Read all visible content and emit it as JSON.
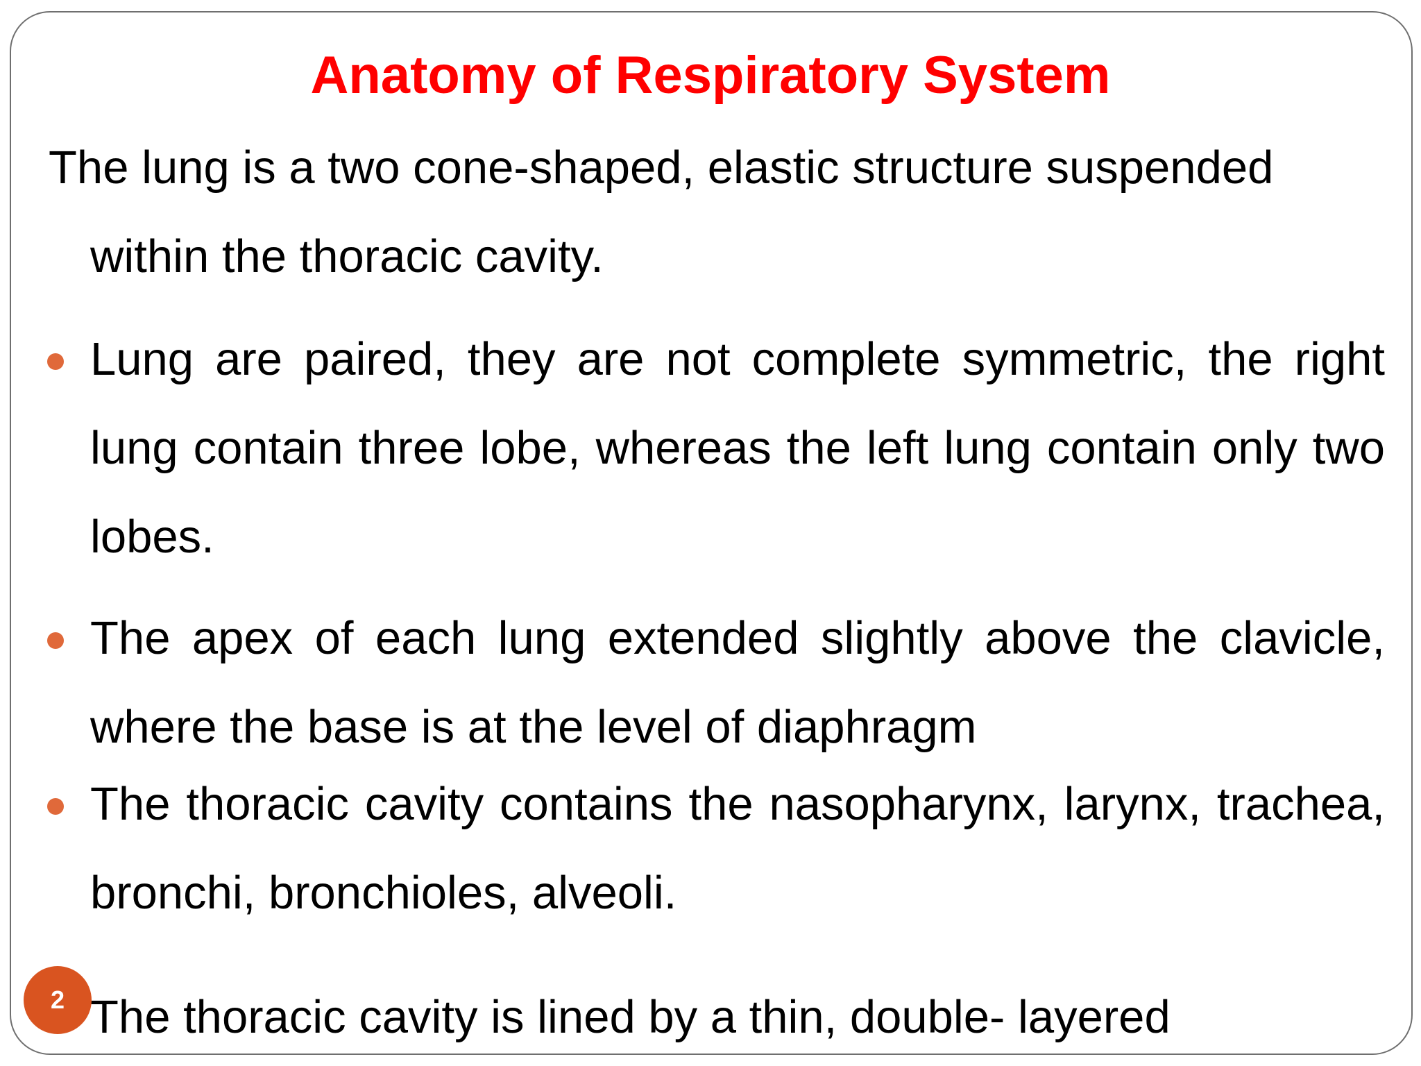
{
  "slide": {
    "title": "Anatomy of Respiratory System",
    "intro_line_1": "The lung is a two cone-shaped, elastic structure suspended",
    "intro_line_2": "within the thoracic cavity.",
    "bullets": [
      "Lung are paired, they are not complete symmetric, the right lung contain three lobe, whereas the left lung contain only two lobes.",
      "The apex of each lung extended slightly above the clavicle, where the base is at the level of diaphragm",
      "The thoracic cavity contains the nasopharynx, larynx, trachea, bronchi, bronchioles, alveoli.",
      "The thoracic cavity is lined by a thin, double- layered"
    ],
    "page_number": "2",
    "colors": {
      "title": "#ff0000",
      "bullet": "#e0693a",
      "page_badge": "#d95420",
      "border": "#6f6f6f"
    }
  }
}
